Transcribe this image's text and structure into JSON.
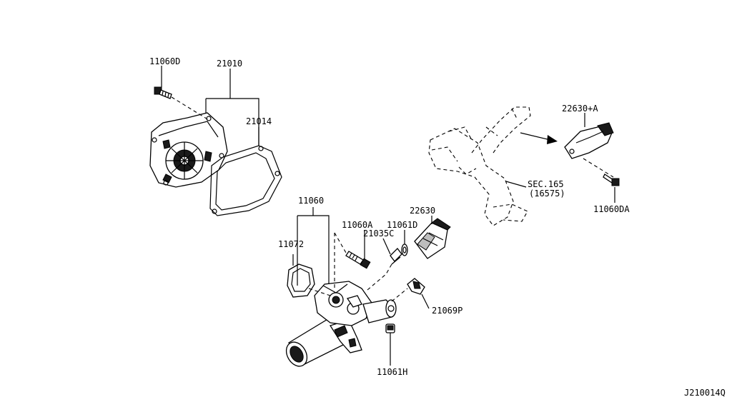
{
  "diagram_code": "J210014Q",
  "labels": {
    "p11060D": "11060D",
    "p21010": "21010",
    "p21014": "21014",
    "p22630A": "22630+A",
    "p11060DA": "11060DA",
    "sec165": "SEC.165",
    "sec165_sub": "(16575)",
    "p11060": "11060",
    "p11072": "11072",
    "p11060A": "11060A",
    "p21035C": "21035C",
    "p11061D": "11061D",
    "p22630": "22630",
    "p21069P": "21069P",
    "p11061H": "11061H"
  }
}
